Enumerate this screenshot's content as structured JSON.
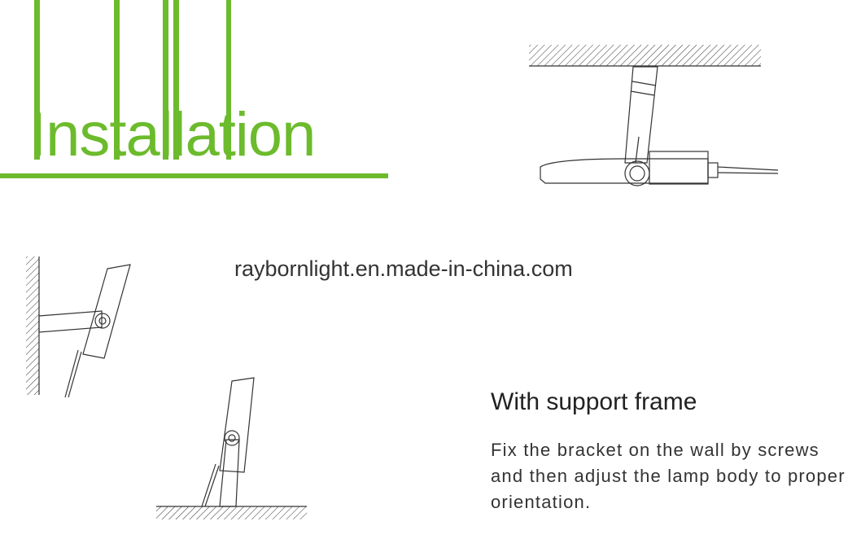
{
  "title": "Installation",
  "watermark_url": "raybornlight.en.made-in-china.com",
  "section": {
    "heading": "With support frame",
    "body": "Fix the bracket on the wall by screws and then adjust the lamp body to proper orientation."
  },
  "colors": {
    "accent": "#6cbb2c",
    "text": "#333333"
  }
}
